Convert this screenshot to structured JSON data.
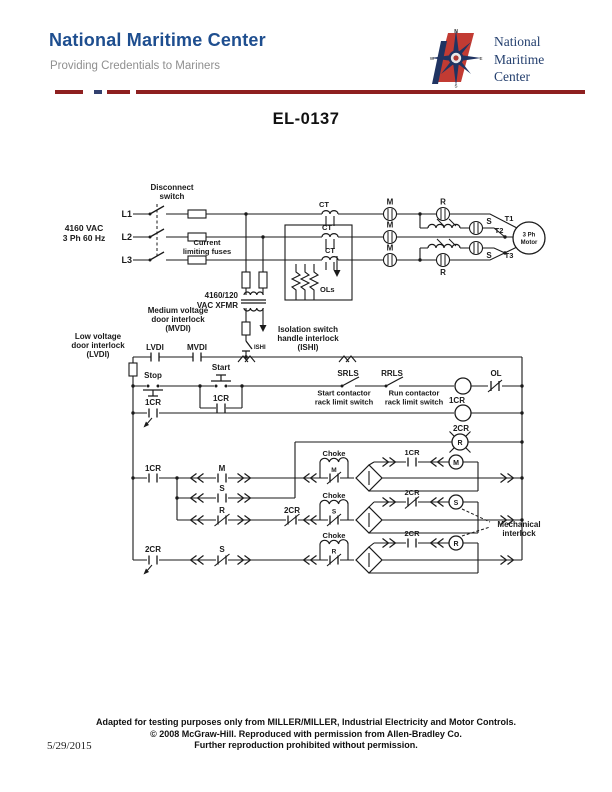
{
  "header": {
    "title": "National Maritime Center",
    "tagline": "Providing Credentials to Mariners",
    "logo": {
      "line1": "National",
      "line2": "Maritime",
      "line3": "Center",
      "n": "N",
      "e": "E",
      "s": "S",
      "w": "W"
    }
  },
  "document": {
    "title": "EL-0137",
    "date": "5/29/2015"
  },
  "footer": {
    "line1": "Adapted for testing purposes only from MILLER/MILLER, Industrial Electricity and Motor Controls.",
    "line2": "© 2008 McGraw-Hill. Reproduced with permission from Allen-Bradley Co.",
    "line3": "Further reproduction prohibited without permission."
  },
  "colors": {
    "title_blue": "#1e4e8f",
    "tagline_gray": "#8f8f8f",
    "divider_maroon": "#8e2020",
    "divider_blue": "#32406e",
    "logo_red": "#c23b33",
    "logo_navy": "#203462",
    "ink": "#1a1a1a"
  },
  "diagram": {
    "labels": {
      "disconnect_1": "Disconnect",
      "disconnect_2": "switch",
      "supply_1": "4160 VAC",
      "supply_2": "3 Ph 60 Hz",
      "l1": "L1",
      "l2": "L2",
      "l3": "L3",
      "fuses_1": "Current",
      "fuses_2": "limiting fuses",
      "ct": "CT",
      "m": "M",
      "r": "R",
      "s": "S",
      "t1": "T1",
      "t2": "T2",
      "t3": "T3",
      "motor_1": "3 Ph",
      "motor_2": "Motor",
      "ols": "OLs",
      "xfmr_1": "4160/120",
      "xfmr_2": "VAC XFMR",
      "mvdi_1": "Medium voltage",
      "mvdi_2": "door interlock",
      "mvdi_3": "(MVDI)",
      "lvdi_1": "Low voltage",
      "lvdi_2": "door interlock",
      "lvdi_3": "(LVDI)",
      "ishi_1": "Isolation switch",
      "ishi_2": "handle interlock",
      "ishi_3": "(ISHI)",
      "lvdi_tag": "LVDI",
      "mvdi_tag": "MVDI",
      "ishi_tag": "ISHI",
      "stop": "Stop",
      "start": "Start",
      "cr1": "1CR",
      "cr2": "2CR",
      "srls": "SRLS",
      "rrls": "RRLS",
      "start_contactor": "Start contactor",
      "run_contactor": "Run contactor",
      "rack_limit": "rack limit switch",
      "ol": "OL",
      "choke": "Choke",
      "mech_1": "Mechanical",
      "mech_2": "interlock"
    }
  }
}
